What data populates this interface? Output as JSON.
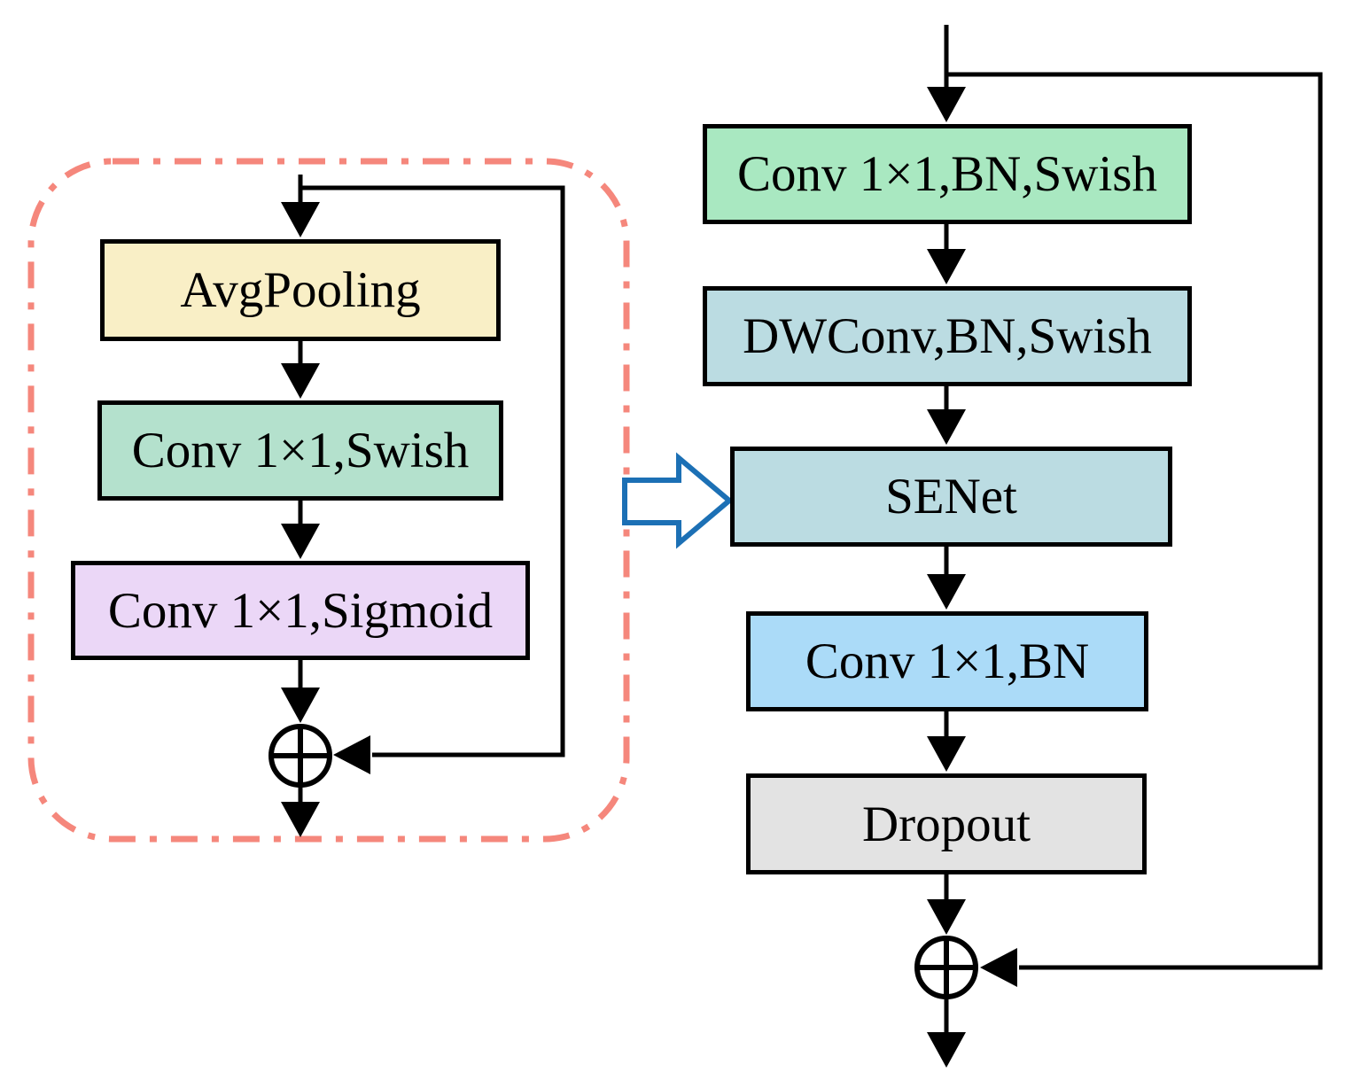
{
  "se_block": {
    "container_border_color": "#F5877C",
    "nodes": [
      {
        "label": "AvgPooling",
        "fill": "#F9EFC6"
      },
      {
        "label": "Conv 1×1,Swish",
        "fill": "#B4E1CD"
      },
      {
        "label": "Conv 1×1,Sigmoid",
        "fill": "#EBD7F7"
      }
    ],
    "merge_icon": "circled-plus"
  },
  "main_block": {
    "nodes": [
      {
        "label": "Conv 1×1,BN,Swish",
        "fill": "#A9E8C1"
      },
      {
        "label": "DWConv,BN,Swish",
        "fill": "#BBDCE2"
      },
      {
        "label": "SENet",
        "fill": "#BBDCE2"
      },
      {
        "label": "Conv 1×1,BN",
        "fill": "#ABDBF8"
      },
      {
        "label": "Dropout",
        "fill": "#E3E3E3"
      }
    ],
    "merge_icon": "circled-plus"
  },
  "connectors": {
    "line_color": "#000000",
    "expand_arrow_color": "#1C70B5"
  }
}
